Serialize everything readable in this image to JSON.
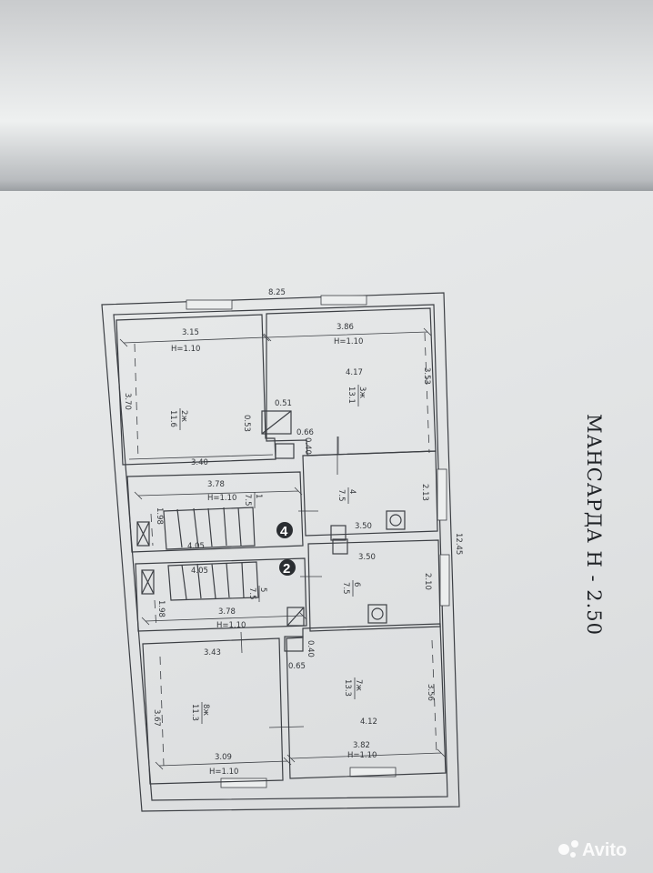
{
  "title": "МАНСАРДА  Н - 2.50",
  "watermark": "Avito",
  "overall": {
    "width": "8.25",
    "length": "12.45"
  },
  "rooms": [
    {
      "id": "2",
      "num": "2ж",
      "area": "11.6",
      "dims": [
        "3.15",
        "H=1.10",
        "3.70",
        "3.40"
      ]
    },
    {
      "id": "3",
      "num": "3ж",
      "area": "13.1",
      "dims": [
        "3.86",
        "H=1.10",
        "4.17",
        "3.53"
      ]
    },
    {
      "id": "1",
      "num": "1",
      "area": "7.5",
      "dims": [
        "3.78",
        "H=1.10",
        "1.98",
        "4.05"
      ]
    },
    {
      "id": "4",
      "num": "4",
      "area": "7.5",
      "dims": [
        "2.13",
        "3.50"
      ]
    },
    {
      "id": "5",
      "num": "5",
      "area": "7.5",
      "dims": [
        "4.05",
        "1.98",
        "3.78",
        "H=1.10"
      ]
    },
    {
      "id": "6",
      "num": "6",
      "area": "7.5",
      "dims": [
        "3.50",
        "2.10"
      ]
    },
    {
      "id": "8",
      "num": "8ж",
      "area": "11.3",
      "dims": [
        "3.43",
        "3.67",
        "3.09",
        "H=1.10"
      ]
    },
    {
      "id": "7",
      "num": "7ж",
      "area": "13.3",
      "dims": [
        "4.12",
        "3.56",
        "3.82",
        "H=1.10"
      ]
    }
  ],
  "small_dims": [
    "0.51",
    "0.53",
    "0.66",
    "0.40",
    "0.40",
    "0.65"
  ],
  "markers": [
    "4",
    "2"
  ]
}
